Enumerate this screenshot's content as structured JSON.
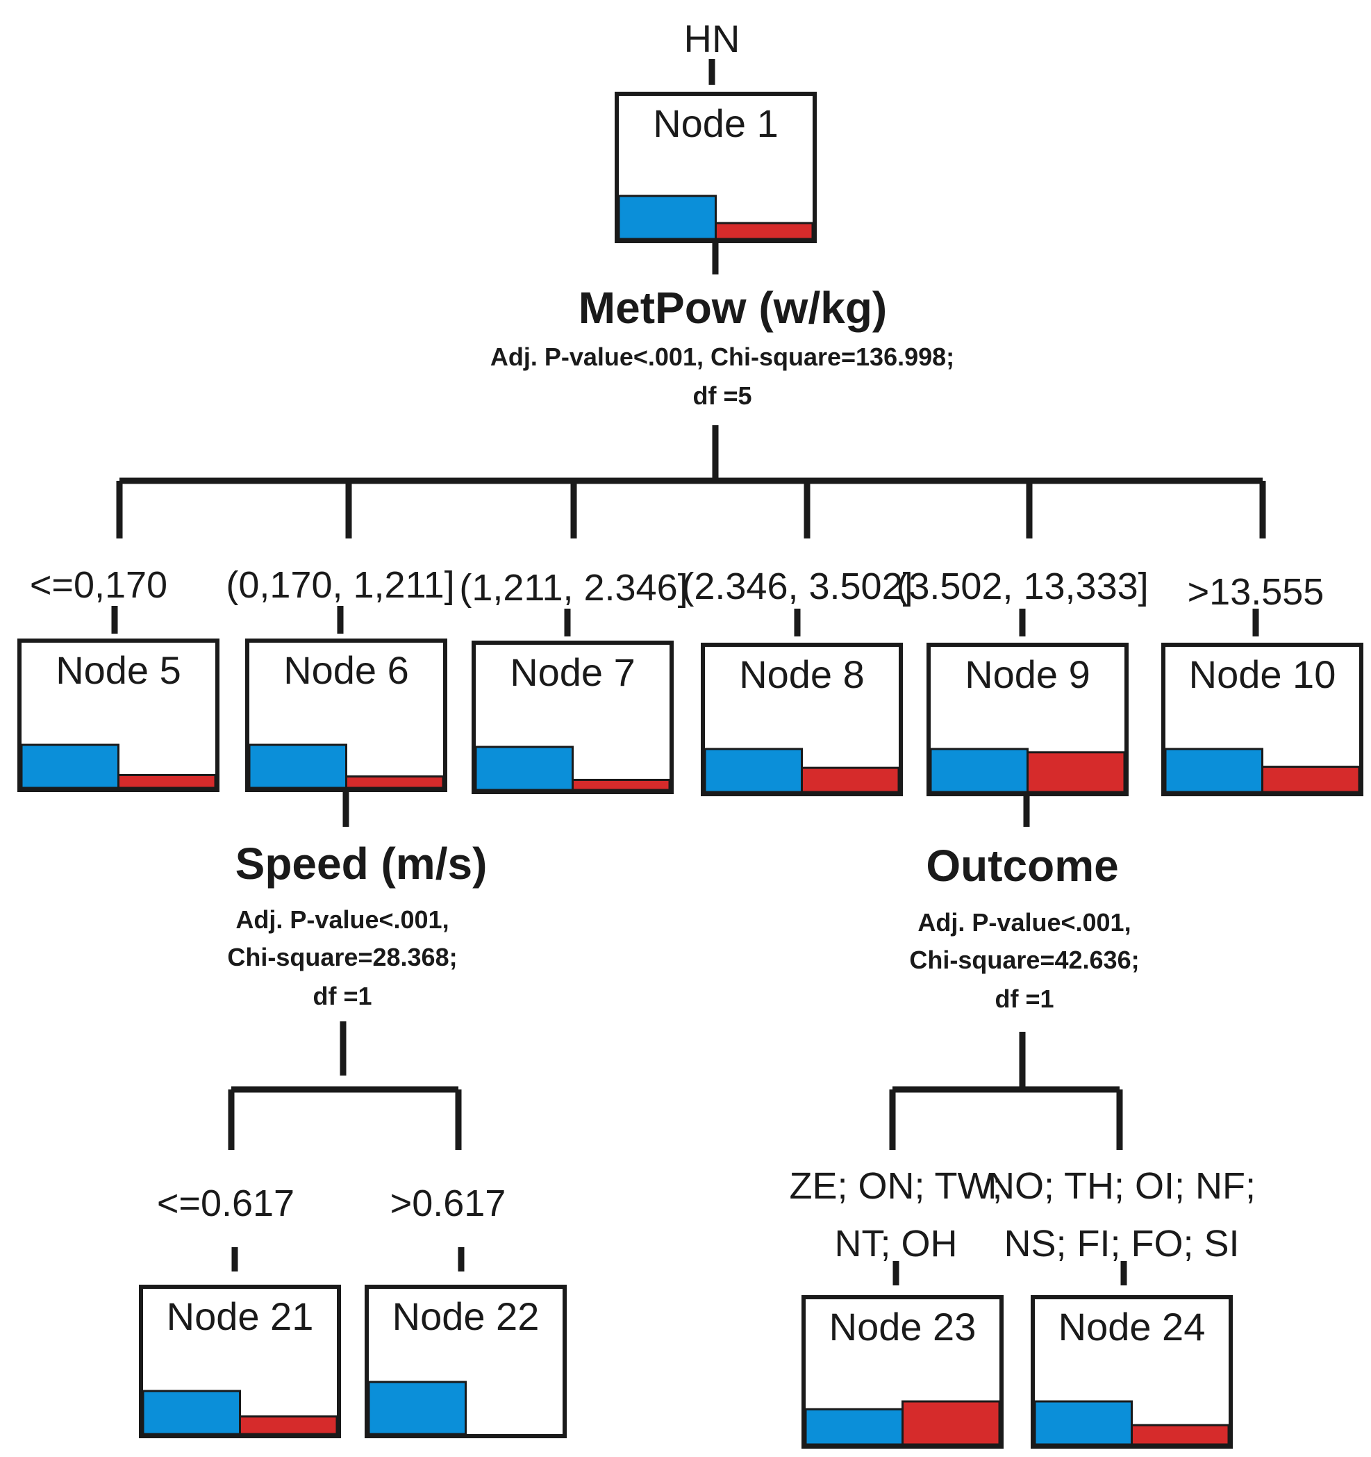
{
  "root_label": "HN",
  "colors": {
    "category_1": "#0b8fd9",
    "category_2": "#d62b2b",
    "line": "#1a1a1a"
  },
  "splits": {
    "metpow": {
      "variable": "MetPow (w/kg)",
      "stat_line_1": "Adj. P-value<.001, Chi-square=136.998;",
      "stat_line_2": "df =5"
    },
    "speed": {
      "variable": "Speed (m/s)",
      "stat_line_1": "Adj. P-value<.001,",
      "stat_line_2": "Chi-square=28.368;",
      "stat_line_3": "df =1"
    },
    "outcome": {
      "variable": "Outcome",
      "stat_line_1": "Adj. P-value<.001,",
      "stat_line_2": "Chi-square=42.636;",
      "stat_line_3": "df =1"
    }
  },
  "edge_labels": {
    "node5": "<=0,170",
    "node6": "(0,170, 1,211]",
    "node7": "(1,211, 2.346]",
    "node8": "(2.346, 3.502]",
    "node9": "(3.502, 13,333]",
    "node10": ">13.555",
    "node21": "<=0.617",
    "node22": ">0.617",
    "node23_line1": "ZE; ON; TW;",
    "node23_line2": "NT; OH",
    "node24_line1": "NO; TH; OI; NF;",
    "node24_line2": "NS; FI; FO; SI"
  },
  "nodes": {
    "node1": {
      "title": "Node 1",
      "cat1_share": 0.73,
      "cat2_share": 0.27
    },
    "node5": {
      "title": "Node 5",
      "cat1_share": 0.77,
      "cat2_share": 0.23
    },
    "node6": {
      "title": "Node 6",
      "cat1_share": 0.79,
      "cat2_share": 0.21
    },
    "node7": {
      "title": "Node 7",
      "cat1_share": 0.81,
      "cat2_share": 0.19
    },
    "node8": {
      "title": "Node 8",
      "cat1_share": 0.64,
      "cat2_share": 0.36
    },
    "node9": {
      "title": "Node 9",
      "cat1_share": 0.52,
      "cat2_share": 0.48
    },
    "node10": {
      "title": "Node 10",
      "cat1_share": 0.63,
      "cat2_share": 0.37
    },
    "node21": {
      "title": "Node 21",
      "cat1_share": 0.71,
      "cat2_share": 0.29
    },
    "node22": {
      "title": "Node 22",
      "cat1_share": 1.0,
      "cat2_share": 0.0
    },
    "node23": {
      "title": "Node 23",
      "cat1_share": 0.45,
      "cat2_share": 0.55
    },
    "node24": {
      "title": "Node 24",
      "cat1_share": 0.69,
      "cat2_share": 0.31
    }
  }
}
